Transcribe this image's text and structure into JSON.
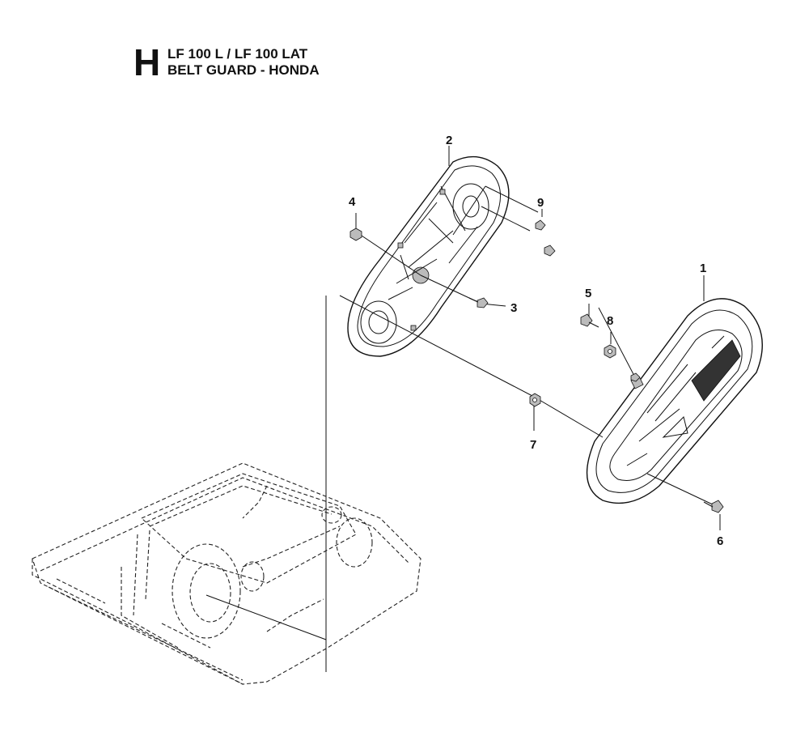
{
  "header": {
    "section_letter": "H",
    "model_line": "LF 100 L / LF 100 LAT",
    "assembly_line": "BELT GUARD - HONDA"
  },
  "callouts": [
    {
      "id": "1",
      "label": "1",
      "part": "outer belt guard cover"
    },
    {
      "id": "2",
      "label": "2",
      "part": "inner belt guard"
    },
    {
      "id": "3",
      "label": "3",
      "part": "screw"
    },
    {
      "id": "4",
      "label": "4",
      "part": "nut"
    },
    {
      "id": "5",
      "label": "5",
      "part": "screw"
    },
    {
      "id": "6",
      "label": "6",
      "part": "screw"
    },
    {
      "id": "7",
      "label": "7",
      "part": "nut"
    },
    {
      "id": "8",
      "label": "8",
      "part": "nut"
    },
    {
      "id": "9",
      "label": "9",
      "part": "screw"
    }
  ],
  "colors": {
    "line": "#111111",
    "background": "#ffffff"
  }
}
